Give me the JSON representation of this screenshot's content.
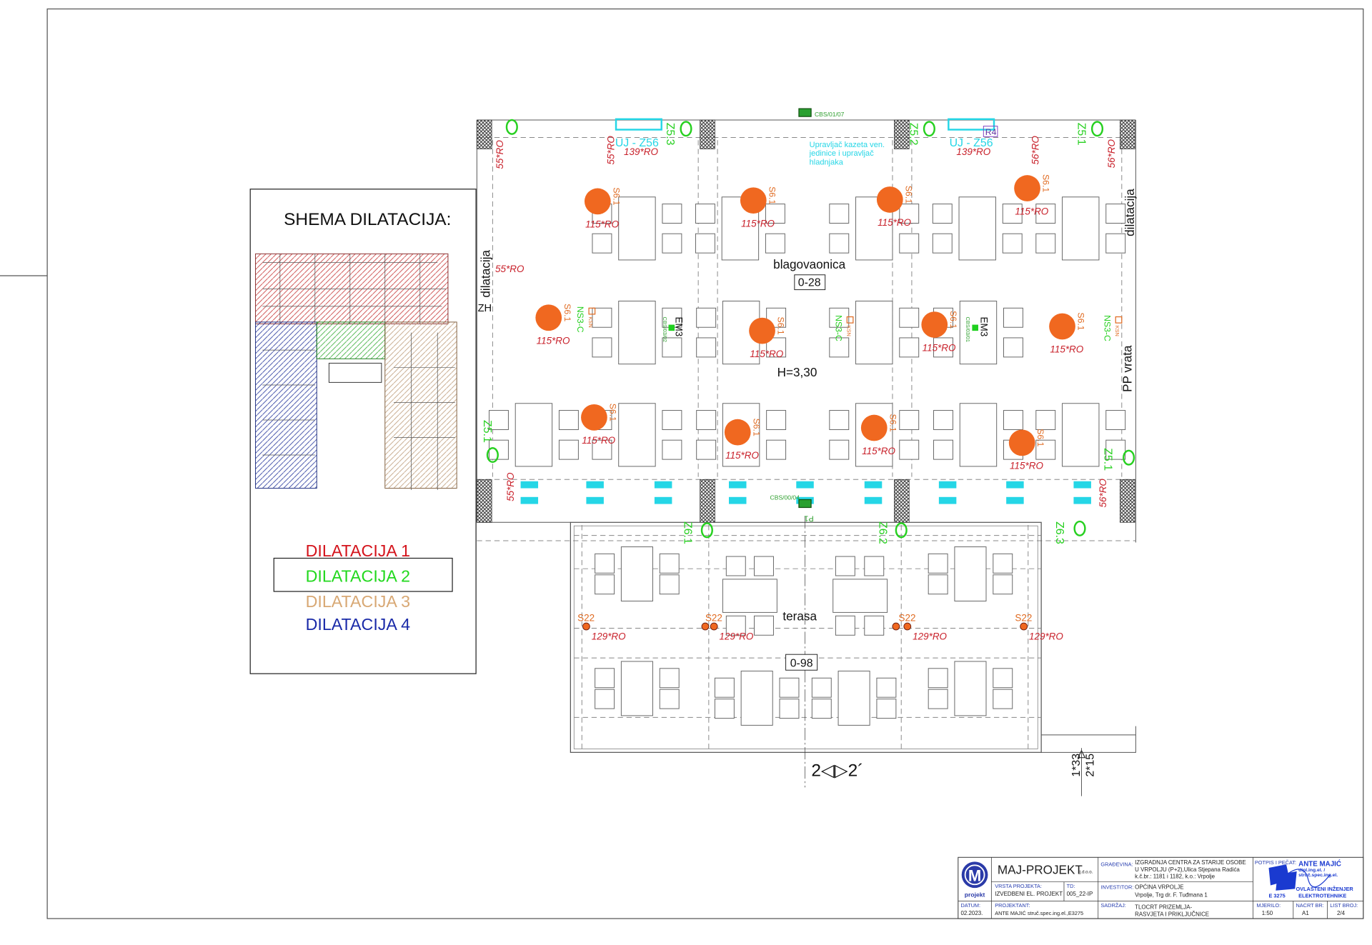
{
  "legend": {
    "title": "SHEMA DILATACIJA:",
    "items": [
      {
        "label": "DILATACIJA 1",
        "color": "#d4141c"
      },
      {
        "label": "DILATACIJA 2",
        "color": "#22d81e"
      },
      {
        "label": "DILATACIJA 3",
        "color": "#d8a874"
      },
      {
        "label": "DILATACIJA 4",
        "color": "#1a2aa8"
      }
    ]
  },
  "rooms": {
    "dining": {
      "name": "blagovaonica",
      "code": "0-28",
      "height": "H=3,30"
    },
    "terrace": {
      "name": "terasa",
      "code": "0-98"
    }
  },
  "labels": {
    "dilatacija_left": "dilatacija",
    "dilatacija_right": "dilatacija",
    "pp_vrata": "PP vrata",
    "zh": "ZH",
    "uj_left": "UJ - Z56",
    "uj_right": "UJ - Z56",
    "controller": "Upravljač kazeta ven. jedinice i upravljač hladnjaka",
    "r4": "R4",
    "cbs_top": "CBS/01/07",
    "cbs_bottom": "CBS/00/04",
    "p1": "P1",
    "em3_a": "EM3",
    "em3_b": "EM3",
    "cbs_em_a": "CBS/03/02",
    "cbs_em_b": "CBS/03/01",
    "ns3c": "NS3-C",
    "ksn": "KSN",
    "z53": "Z5.3",
    "z52": "Z5.2",
    "z51": "Z5.1",
    "z61": "Z6.1",
    "z62": "Z6.2",
    "z63": "Z6.3",
    "ro55": "55*RO",
    "ro56": "56*RO",
    "ro139": "139*RO",
    "light_main": "S6.1",
    "light_main_ro": "115*RO",
    "light_terrace": "S22",
    "light_terrace_ro": "129*RO",
    "section": "2◁▷2´",
    "level_a": "1*33",
    "level_b": "2*15"
  },
  "title_block": {
    "logo_text": "projekt",
    "firm": "MAJ-PROJEKT",
    "firm_suffix": "j.d.o.o.",
    "gradevina_label": "GRAĐEVINA:",
    "gradevina": [
      "IZGRADNJA CENTRA ZA STARIJE OSOBE",
      "U VRPOLJU  (P+2),Ulica Stjepana Radića",
      "k.č.br.: 1181 i 1182,  k.o.: Vrpolje"
    ],
    "potpis_label": "POTPIS I PEČAT:",
    "stamp_name": "ANTE MAJIĆ",
    "stamp_title": "dipl.ing.el. / struč.spec.ing.el.",
    "stamp_role": [
      "OVLAŠTENI INŽENJER",
      "ELEKTROTEHNIKE"
    ],
    "stamp_number": "E 3275",
    "vrsta_label": "VRSTA PROJEKTA:",
    "vrsta": "IZVEDBENI EL. PROJEKT",
    "td_label": "TD:",
    "td": "005_22-IP",
    "investitor_label": "INVESTITOR:",
    "investitor": [
      "OPĆINA VRPOLJE",
      "Vrpolje, Trg dr. F. Tuđmana 1"
    ],
    "datum_label": "DATUM:",
    "datum": "02.2023.",
    "projektant_label": "PROJEKTANT:",
    "projektant": "ANTE MAJIĆ struč.spec.ing.el.,E3275",
    "sadrzaj_label": "SADRŽAJ:",
    "sadrzaj": [
      "TLOCRT PRIZEMLJA-",
      "RASVJETA I PRIKLJUČNICE"
    ],
    "mjerilo_label": "MJERILO:",
    "mjerilo": "1:50",
    "nacrt_label": "NACRT BR:",
    "nacrt": "A1",
    "list_label": "LIST BROJ:",
    "list": "2/4"
  }
}
